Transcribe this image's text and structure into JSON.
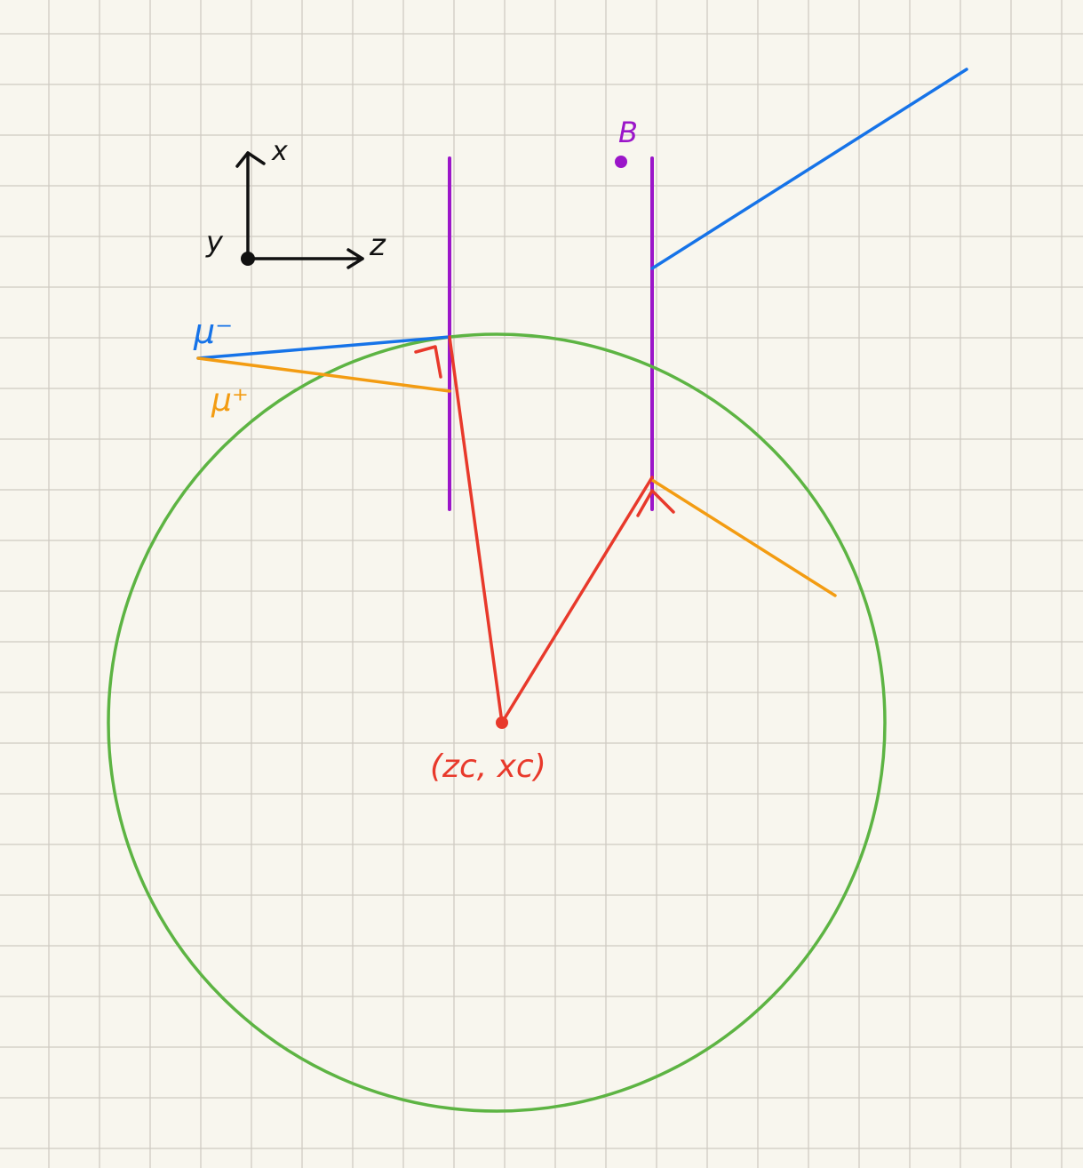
{
  "labels": {
    "axis_x": "x",
    "axis_y": "y",
    "axis_z": "z",
    "mu_minus": "μ⁻",
    "mu_plus": "μ⁺",
    "b_field": "B",
    "center": "(zc, xc)"
  },
  "colors": {
    "background": "#f8f6ee",
    "grid": "#cfcbc2",
    "axes": "#111111",
    "mu_minus": "#1673e8",
    "mu_plus": "#f39c12",
    "magnet_planes": "#9b16c9",
    "radius": "#e8392b",
    "circle": "#5db443"
  },
  "icons": {
    "b_field_marker": "dot-icon",
    "origin_marker": "dot-icon"
  }
}
